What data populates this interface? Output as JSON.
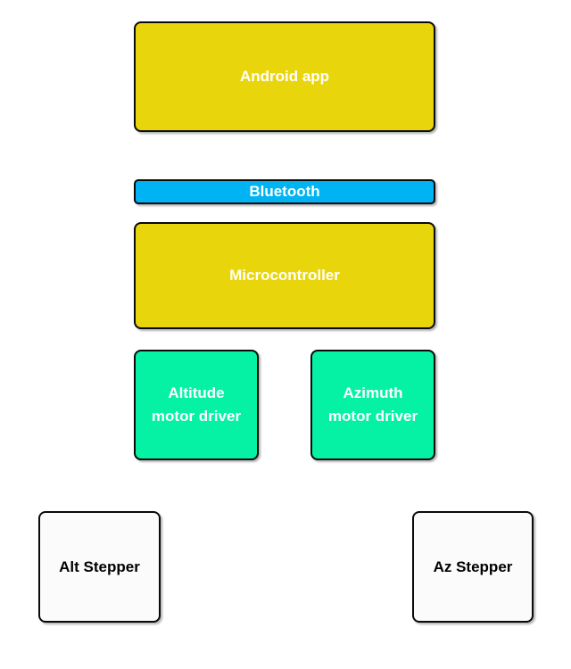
{
  "diagram": {
    "colors": {
      "background": "#ffffff",
      "yellow": "#e9d50c",
      "cyan": "#00b3f2",
      "green": "#05f2a5",
      "white_box": "#fbfbfb",
      "border": "#0a0a0a",
      "label_light": "#ffffff",
      "label_dark": "#000000"
    },
    "nodes": {
      "android_app": {
        "label": "Android app"
      },
      "bluetooth": {
        "label": "Bluetooth"
      },
      "microcontroller": {
        "label": "Microcontroller"
      },
      "altitude_motor_driver": {
        "line1": "Altitude",
        "line2": "motor driver"
      },
      "azimuth_motor_driver": {
        "line1": "Azimuth",
        "line2": "motor driver"
      },
      "alt_stepper": {
        "label": "Alt Stepper"
      },
      "az_stepper": {
        "label": "Az Stepper"
      }
    }
  }
}
